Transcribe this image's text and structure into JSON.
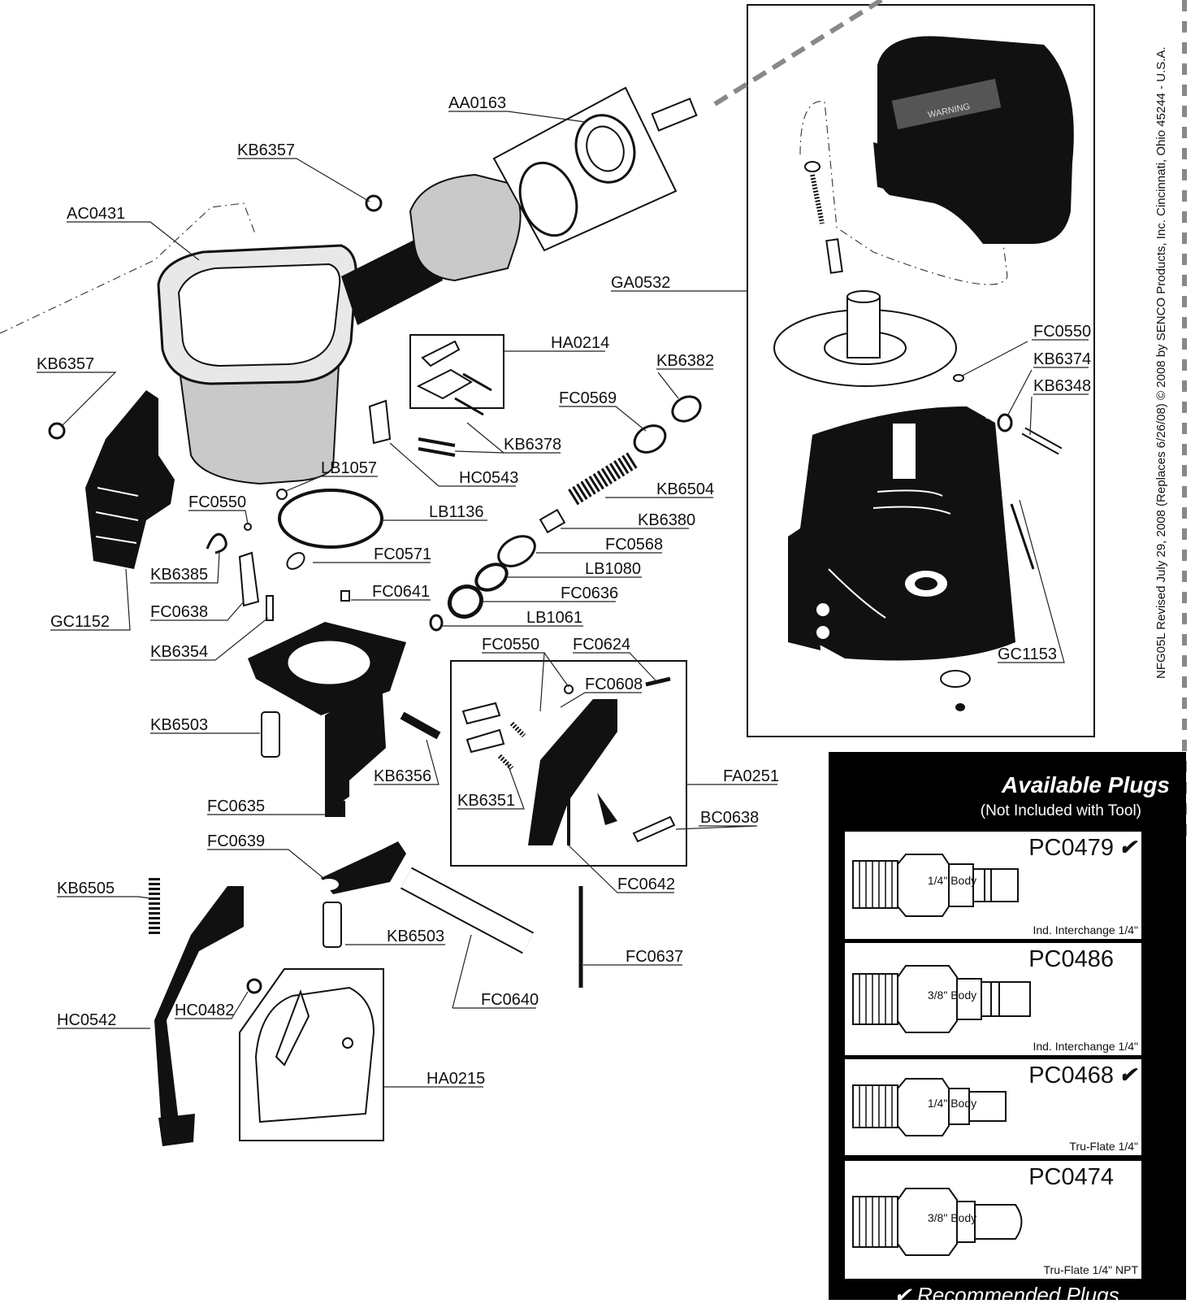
{
  "parts": {
    "AA0163": "AA0163",
    "KB6357_top": "KB6357",
    "AC0431": "AC0431",
    "GA0532": "GA0532",
    "KB6357_left": "KB6357",
    "HA0214": "HA0214",
    "KB6382": "KB6382",
    "FC0569": "FC0569",
    "FC0550_right": "FC0550",
    "KB6374": "KB6374",
    "KB6348": "KB6348",
    "KB6378": "KB6378",
    "HC0543": "HC0543",
    "LB1057": "LB1057",
    "LB1136": "LB1136",
    "KB6504": "KB6504",
    "FC0550_left": "FC0550",
    "KB6380": "KB6380",
    "FC0568": "FC0568",
    "FC0571": "FC0571",
    "LB1080": "LB1080",
    "KB6385": "KB6385",
    "FC0641": "FC0641",
    "FC0636": "FC0636",
    "FC0638": "FC0638",
    "LB1061": "LB1061",
    "GC1152": "GC1152",
    "KB6354": "KB6354",
    "FC0550_mid": "FC0550",
    "FC0624": "FC0624",
    "GC1153": "GC1153",
    "FC0608": "FC0608",
    "KB6503_top": "KB6503",
    "KB6356": "KB6356",
    "FA0251": "FA0251",
    "KB6351": "KB6351",
    "FC0635": "FC0635",
    "BC0638": "BC0638",
    "FC0639": "FC0639",
    "FC0642": "FC0642",
    "KB6505": "KB6505",
    "KB6503_bottom": "KB6503",
    "FC0637": "FC0637",
    "HC0542": "HC0542",
    "HC0482": "HC0482",
    "FC0640": "FC0640",
    "HA0215": "HA0215"
  },
  "warning_label": "WARNING",
  "plugs": {
    "title": "Available Plugs",
    "subtitle": "(Not Included with Tool)",
    "items": [
      {
        "code": "PC0479",
        "check": "✔",
        "body": "1/4\" Body",
        "desc": "Ind. Interchange 1/4\""
      },
      {
        "code": "PC0486",
        "check": "",
        "body": "3/8\" Body",
        "desc": "Ind. Interchange 1/4\""
      },
      {
        "code": "PC0468",
        "check": "✔",
        "body": "1/4\" Body",
        "desc": "Tru-Flate 1/4\""
      },
      {
        "code": "PC0474",
        "check": "",
        "body": "3/8\" Body",
        "desc": "Tru-Flate 1/4\" NPT"
      }
    ],
    "footer": "✔ Recommended Plugs"
  },
  "side_note": "NFG05L  Revised July 29, 2008 (Replaces 6/26/08) © 2008 by SENCO Products, Inc. Cincinnati, Ohio 45244 - U.S.A."
}
